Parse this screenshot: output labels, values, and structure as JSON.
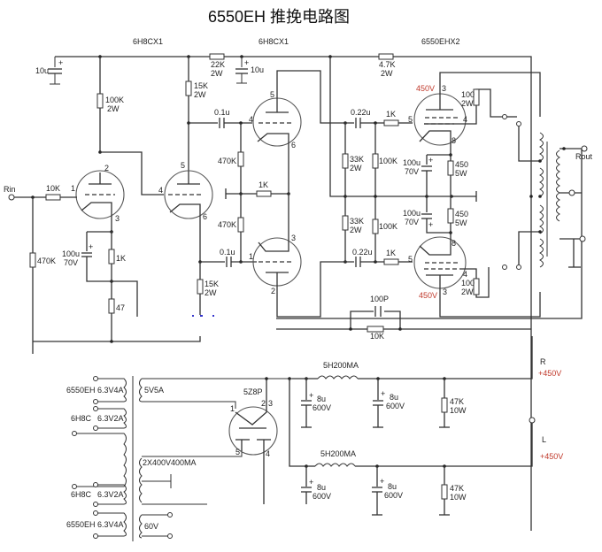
{
  "title": "6550EH 推挽电路图",
  "stage_labels": [
    "6H8CX1",
    "6H8CX1",
    "6550EHX2"
  ],
  "components": {
    "c_in_filter": "10u",
    "r_plate1": [
      "100K",
      "2W"
    ],
    "r_plate2": [
      "15K",
      "2W"
    ],
    "r_decouple": [
      "22K",
      "2W"
    ],
    "c_decouple": "10u",
    "r_dropper": [
      "4.7K",
      "2W"
    ],
    "r_grid_in": "10K",
    "r_grid_leak": "470K",
    "c_cathode": [
      "100u",
      "70V"
    ],
    "r_cathode": "1K",
    "r_fb": "47",
    "c_couple1": "0.1u",
    "c_couple2": "0.1u",
    "r_pi_grid1": "470K",
    "r_pi_grid2": "470K",
    "r_pi_k": "1K",
    "r_pi_load": [
      "15K",
      "2W"
    ],
    "c_out1": "0.22u",
    "c_out2": "0.22u",
    "r_bias1": [
      "33K",
      "2W"
    ],
    "r_bias2": [
      "33K",
      "2W"
    ],
    "r_gl1": "100K",
    "r_gl2": "100K",
    "r_gs1": "1K",
    "r_gs2": "1K",
    "c_pk1": [
      "100u",
      "70V"
    ],
    "c_pk2": [
      "100u",
      "70V"
    ],
    "r_pk1": [
      "450",
      "5W"
    ],
    "r_pk2": [
      "450",
      "5W"
    ],
    "r_g2_1": [
      "100",
      "2W"
    ],
    "r_g2_2": [
      "100",
      "2W"
    ],
    "c_nfb": "100P",
    "r_nfb": "10K",
    "v_plate1": "450V",
    "v_plate2": "450V",
    "out_label": "Rout",
    "in_label": "Rin"
  },
  "pins": {
    "v1": [
      "1",
      "2",
      "3"
    ],
    "v2": [
      "4",
      "5",
      "6"
    ],
    "v3": [
      "4",
      "5",
      "6"
    ],
    "v4": [
      "1",
      "2",
      "3"
    ],
    "v5": [
      "3",
      "5",
      "4",
      "8"
    ],
    "v6": [
      "5",
      "8",
      "4",
      "3"
    ],
    "rect": [
      "1",
      "2",
      "3",
      "5",
      "4"
    ]
  },
  "power": {
    "windings": [
      {
        "tube": "6550EH",
        "rating": "6.3V4A"
      },
      {
        "tube": "6H8C",
        "rating": "6.3V2A"
      },
      {
        "tube": "6H8C",
        "rating": "6.3V2A"
      },
      {
        "tube": "6550EH",
        "rating": "6.3V4A"
      }
    ],
    "secondary_5v": "5V5A",
    "secondary_hv": "2X400V400MA",
    "secondary_60v": "60V",
    "rectifier": "5Z8P",
    "choke_r": "5H200MA",
    "choke_l": "5H200MA",
    "caps": [
      [
        "8u",
        "600V"
      ],
      [
        "8u",
        "600V"
      ],
      [
        "8u",
        "600V"
      ],
      [
        "8u",
        "600V"
      ]
    ],
    "bleeders": [
      [
        "47K",
        "10W"
      ],
      [
        "47K",
        "10W"
      ]
    ],
    "out_r": {
      "name": "R",
      "voltage": "+450V"
    },
    "out_l": {
      "name": "L",
      "voltage": "+450V"
    }
  }
}
